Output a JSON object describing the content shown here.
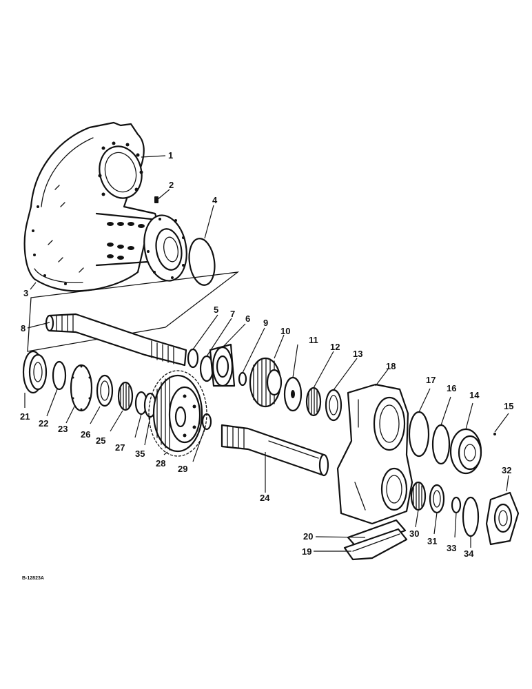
{
  "diagram": {
    "reference_code": "B-12823A",
    "callouts": [
      "1",
      "2",
      "3",
      "4",
      "5",
      "6",
      "7",
      "8",
      "9",
      "10",
      "11",
      "12",
      "13",
      "14",
      "15",
      "16",
      "17",
      "18",
      "19",
      "20",
      "21",
      "22",
      "23",
      "24",
      "25",
      "26",
      "27",
      "28",
      "29",
      "30",
      "31",
      "32",
      "33",
      "34",
      "35"
    ]
  }
}
